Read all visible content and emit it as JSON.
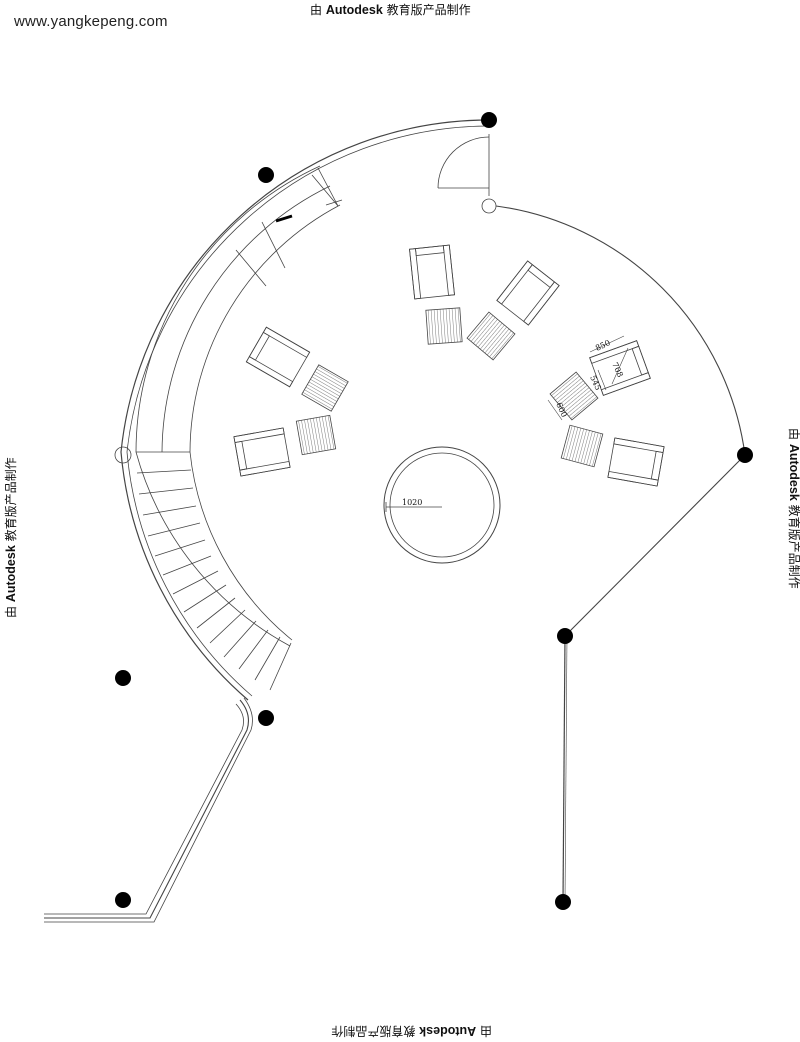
{
  "site_url": "www.yangkepeng.com",
  "watermark": {
    "prefix": "由 ",
    "brand": "Autodesk",
    "suffix": " 教育版产品制作"
  },
  "dimensions": {
    "table_diameter": "1020",
    "chair_width": "850",
    "chair_depth": "708",
    "chair_seat": "545",
    "side_table": "600"
  }
}
